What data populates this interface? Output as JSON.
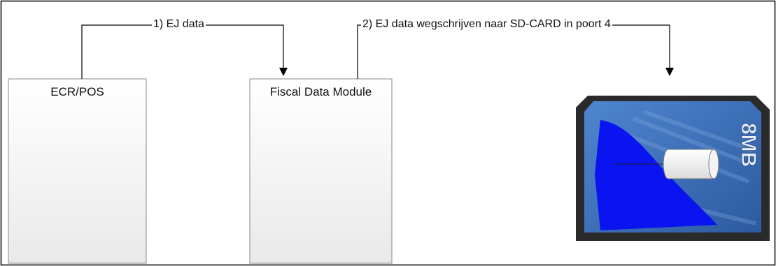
{
  "diagram": {
    "steps": [
      {
        "label": "1) EJ data"
      },
      {
        "label": "2) EJ data wegschrijven naar SD-CARD in poort 4"
      }
    ],
    "nodes": {
      "ecr": {
        "label": "ECR/POS"
      },
      "fdm": {
        "label": "Fiscal Data Module"
      }
    },
    "sd_card": {
      "capacity_label": "8MB"
    }
  },
  "colors": {
    "line": "#000000",
    "box_border": "#8a8a8a",
    "card_body": "#2a2a2a",
    "card_blue": "#3a68b8",
    "highlight": "#0a14f0"
  }
}
